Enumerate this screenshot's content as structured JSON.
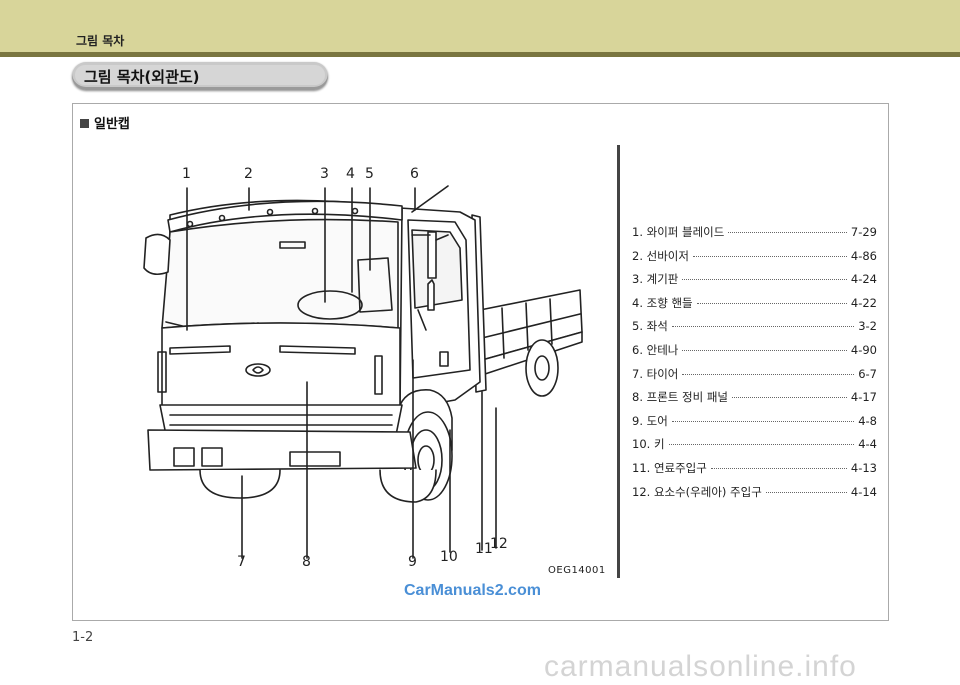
{
  "header": {
    "title": "그림 목차"
  },
  "section": {
    "title": "그림 목차(외관도)"
  },
  "subsection": {
    "title": "일반캡"
  },
  "figure": {
    "code": "OEG14001",
    "callouts": [
      "1",
      "2",
      "3",
      "4",
      "5",
      "6",
      "7",
      "8",
      "9",
      "10",
      "11",
      "12"
    ]
  },
  "toc": [
    {
      "label": "1. 와이퍼 블레이드",
      "page": "7-29"
    },
    {
      "label": "2. 선바이저",
      "page": "4-86"
    },
    {
      "label": "3. 계기판",
      "page": "4-24"
    },
    {
      "label": "4. 조향 핸들",
      "page": "4-22"
    },
    {
      "label": "5. 좌석",
      "page": "3-2"
    },
    {
      "label": "6. 안테나",
      "page": "4-90"
    },
    {
      "label": "7. 타이어",
      "page": "6-7"
    },
    {
      "label": "8. 프론트 정비 패널",
      "page": "4-17"
    },
    {
      "label": "9. 도어",
      "page": "4-8"
    },
    {
      "label": "10. 키",
      "page": "4-4"
    },
    {
      "label": "11. 연료주입구",
      "page": "4-13"
    },
    {
      "label": "12. 요소수(우레아) 주입구",
      "page": "4-14"
    }
  ],
  "watermark": {
    "site": "CarManuals2.com",
    "bottom": "carmanualsonline.info"
  },
  "page_number": "1-2"
}
